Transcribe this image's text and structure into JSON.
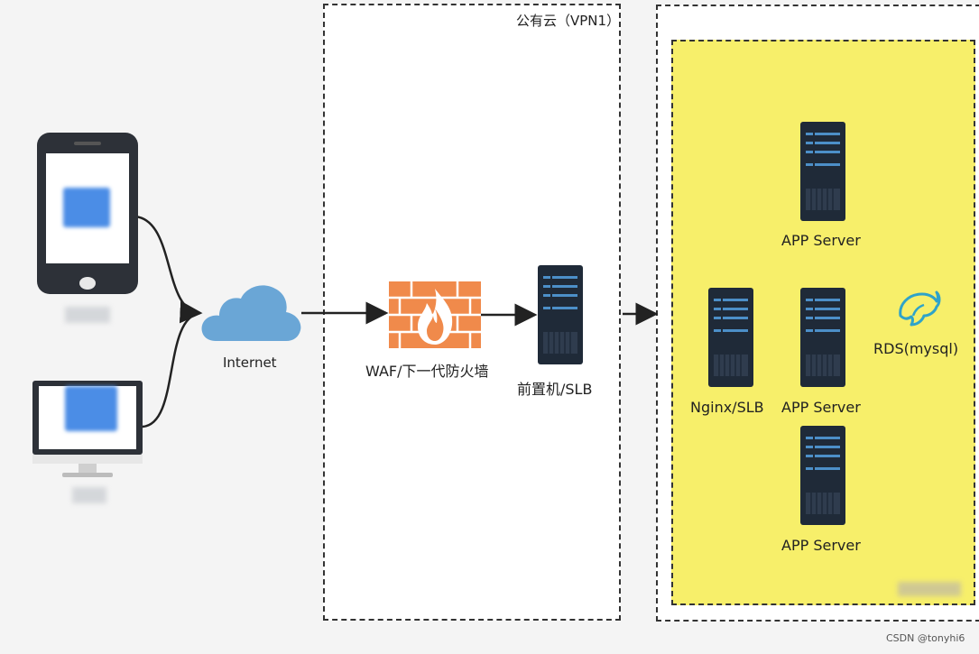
{
  "vpn_zone": {
    "title": "公有云（VPN1）"
  },
  "nodes": {
    "internet": "Internet",
    "waf": "WAF/下一代防火墙",
    "front_slb": "前置机/SLB",
    "nginx": "Nginx/SLB",
    "app_server_top": "APP Server",
    "app_server_mid": "APP Server",
    "app_server_bottom": "APP Server",
    "rds": "RDS(mysql)"
  },
  "watermark": "CSDN @tonyhi6",
  "icons": [
    "phone-icon",
    "monitor-icon",
    "cloud-icon",
    "firewall-icon",
    "server-icon",
    "dolphin-icon"
  ],
  "colors": {
    "yellow_zone": "#f7ef6a",
    "cloud": "#6aa6d6",
    "firewall": "#f08a4b",
    "server": "#1f2a38",
    "device_blur": "#4b8de6"
  }
}
